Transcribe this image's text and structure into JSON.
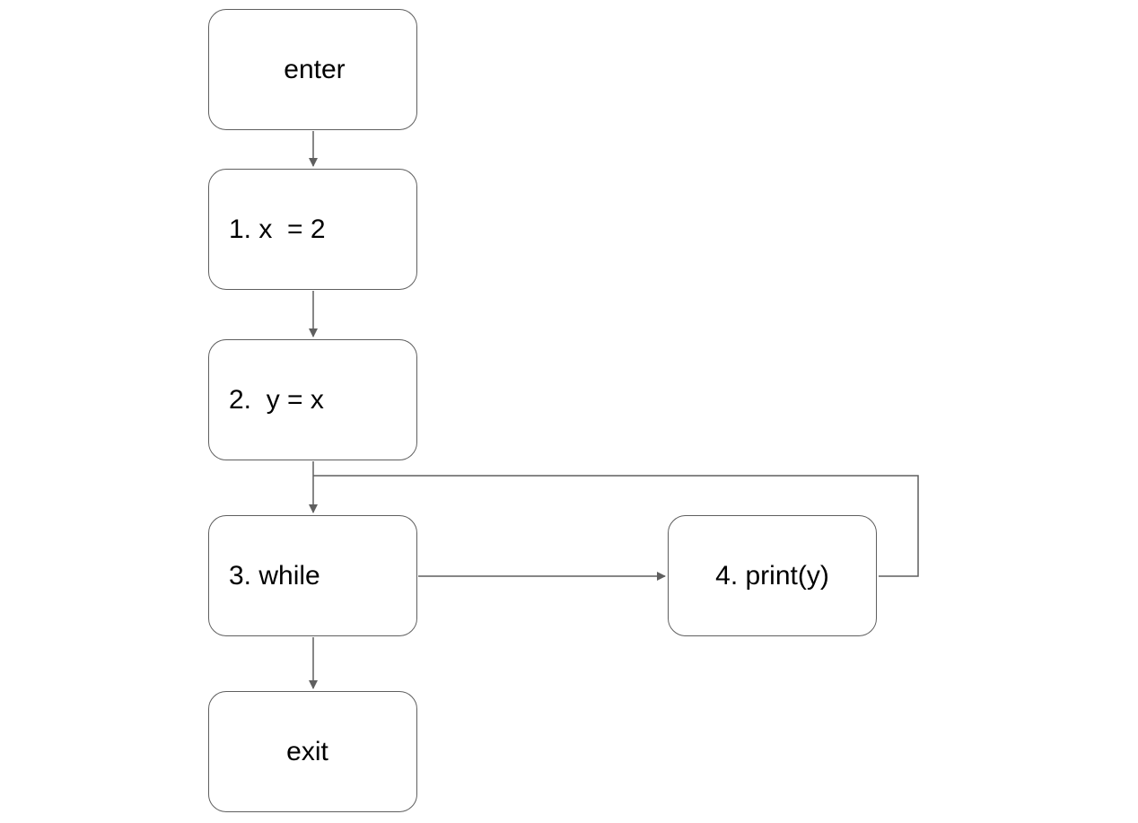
{
  "diagram": {
    "type": "control-flow-graph",
    "nodes": [
      {
        "id": "enter",
        "label": "enter"
      },
      {
        "id": "stmt1",
        "label": "1. x  = 2"
      },
      {
        "id": "stmt2",
        "label": "2.  y = x"
      },
      {
        "id": "while",
        "label": "3. while"
      },
      {
        "id": "print",
        "label": "4. print(y)"
      },
      {
        "id": "exit",
        "label": "exit"
      }
    ],
    "edges": [
      {
        "from": "enter",
        "to": "stmt1"
      },
      {
        "from": "stmt1",
        "to": "stmt2"
      },
      {
        "from": "stmt2",
        "to": "while"
      },
      {
        "from": "while",
        "to": "print"
      },
      {
        "from": "print",
        "to": "while"
      },
      {
        "from": "while",
        "to": "exit"
      }
    ],
    "colors": {
      "stroke": "#5f5f5f",
      "text": "#000000",
      "background": "#ffffff"
    }
  }
}
